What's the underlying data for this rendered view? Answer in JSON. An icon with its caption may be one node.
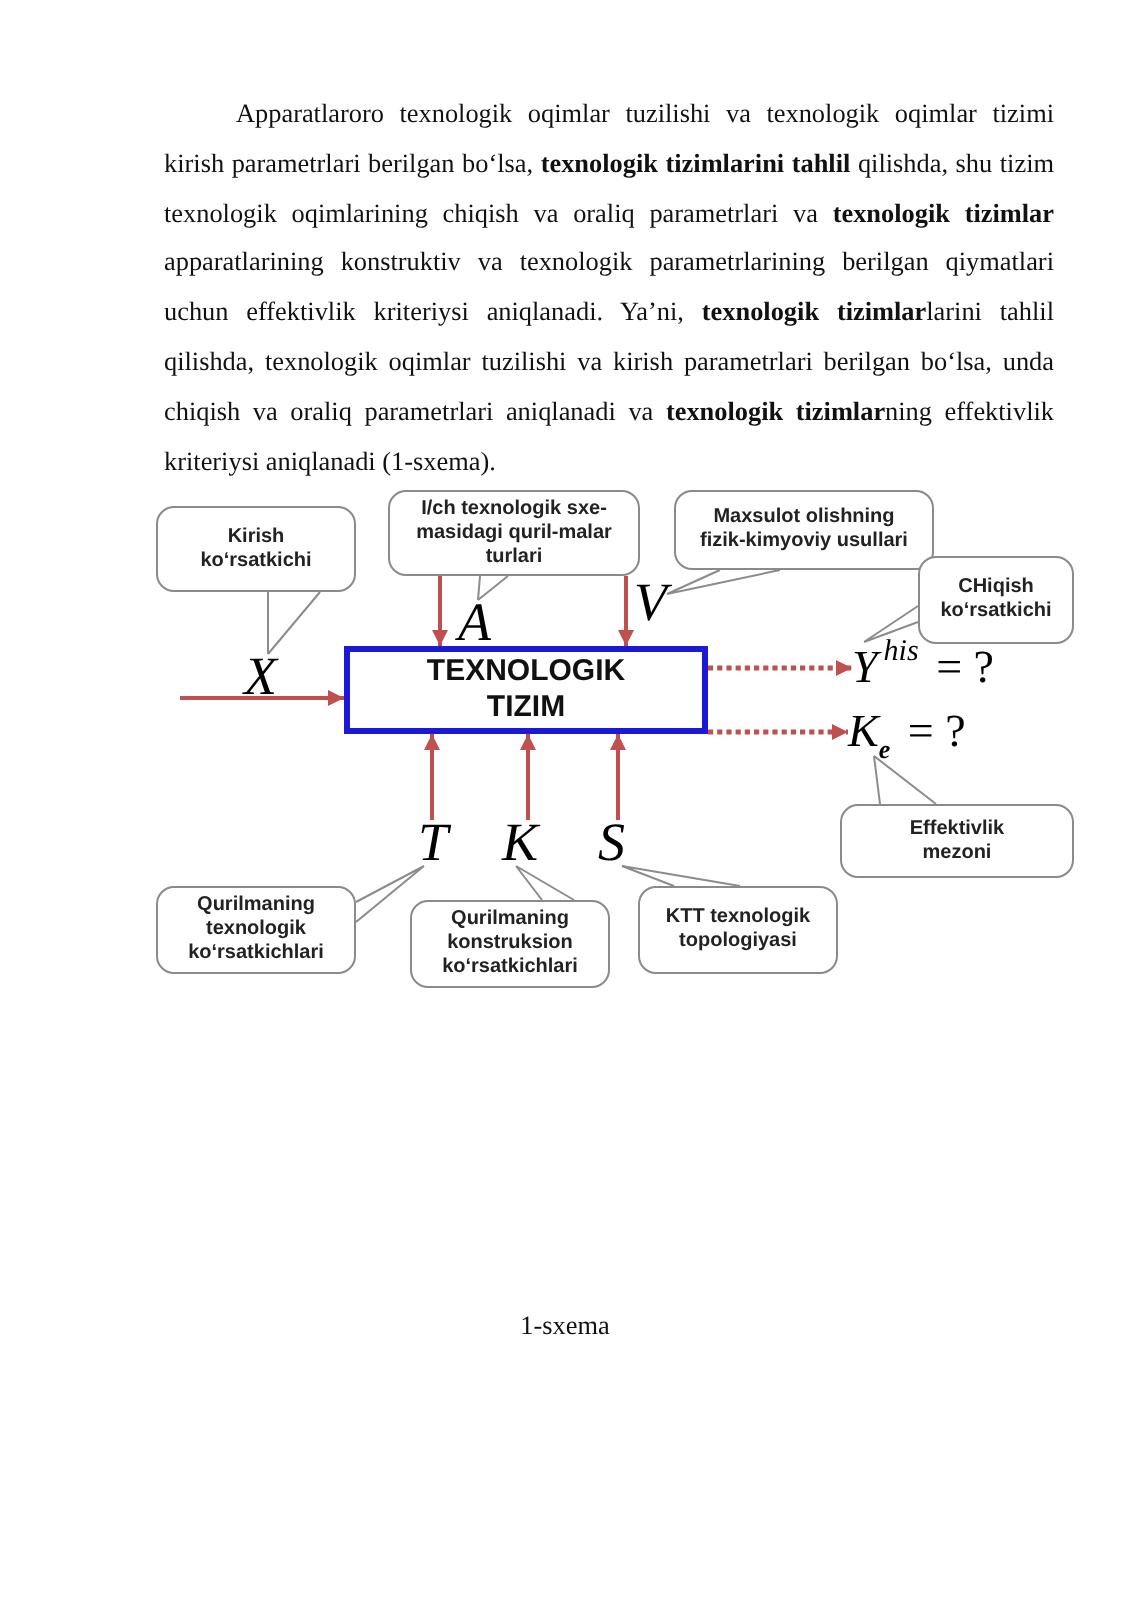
{
  "diagram": {
    "caption": "1-sxema",
    "nodes": [
      {
        "text": [
          "Kirish ko‘rsatkichi"
        ]
      },
      {
        "text": [
          "I/ch texnologik sxe-masidagi quril-malar turlari"
        ]
      },
      {
        "text": [
          "Maxsulot olishning fizik-kimyoviy usullari"
        ]
      },
      {
        "text": [
          "CHiqish ko‘rsatkichi"
        ]
      },
      {
        "text": [
          "X"
        ]
      },
      {
        "text": [
          "A"
        ]
      },
      {
        "text": [
          "V"
        ]
      },
      {
        "text": [
          "TEXNOLOGIK TIZIM"
        ]
      },
      {
        "text": [
          "*Y*$^{his}$ = ?"
        ]
      },
      {
        "text": [
          "*K*$_{e}$ = ?"
        ]
      },
      {
        "text": [
          "T"
        ]
      },
      {
        "text": [
          "K"
        ]
      },
      {
        "text": [
          "S"
        ]
      },
      {
        "text": [
          "Qurilmaning texnologik ko‘rsatkichlari"
        ]
      },
      {
        "text": [
          "Qurilmaning konstruksion ko‘rsatkichlari"
        ]
      },
      {
        "text": [
          "KTT texnologik topologiyasi"
        ]
      },
      {
        "text": [
          "Effektivlik mezoni"
        ]
      }
    ],
    "edges": [
      {
        "from": null,
        "to": 7,
        "arrow": "to",
        "color": "#c0504d"
      },
      {
        "from": 1,
        "to": 7,
        "arrow": "to",
        "color": "#c0504d"
      },
      {
        "from": 1,
        "to": 7,
        "arrow": "to",
        "color": "#c0504d"
      },
      {
        "from": 7,
        "to": 8,
        "arrow": "to",
        "style": "dashed",
        "color": "#c0504d"
      },
      {
        "from": 7,
        "to": 9,
        "arrow": "to",
        "style": "dashed",
        "color": "#c0504d"
      },
      {
        "from": 10,
        "to": 7,
        "arrow": "to",
        "color": "#c0504d"
      },
      {
        "from": 11,
        "to": 7,
        "arrow": "to",
        "color": "#c0504d"
      },
      {
        "from": 12,
        "to": 7,
        "arrow": "to",
        "color": "#c0504d"
      },
      {
        "from": 0,
        "to": 4,
        "arrow": "none",
        "color": "#8c8c8c"
      },
      {
        "from": 1,
        "to": 5,
        "arrow": "none",
        "color": "#8c8c8c"
      },
      {
        "from": 2,
        "to": 6,
        "arrow": "none",
        "color": "#8c8c8c"
      },
      {
        "from": 3,
        "to": 8,
        "arrow": "none",
        "color": "#8c8c8c"
      },
      {
        "from": 16,
        "to": 9,
        "arrow": "none",
        "color": "#8c8c8c"
      },
      {
        "from": 13,
        "to": 10,
        "arrow": "none",
        "color": "#8c8c8c"
      },
      {
        "from": 14,
        "to": 11,
        "arrow": "none",
        "color": "#8c8c8c"
      },
      {
        "from": 15,
        "to": 12,
        "arrow": "none",
        "color": "#8c8c8c"
      }
    ],
    "labels": [
      "Apparatlaroro texnologik oqimlar tuzilishi va texnologik oqimlar tizimi kirish parametrlari berilgan bo‘lsa, **texnologik tizimlarini tahlil** qilishda, shu tizim texnologik oqimlarining chiqish va oraliq parametrlari va **texnologik tizimlar** apparatlarining konstruktiv va texnologik parametrlarining berilgan qiymatlari uchun effektivlik kriteriysi aniqlanadi. Ya’ni, **texnologik tizimlar**larini tahlil qilishda, texnologik oqimlar tuzilishi va kirish parametrlari berilgan bo‘lsa, unda chiqish va oraliq parametrlari aniqlanadi va **texnologik tizimlar**ning effektivlik kriteriysi aniqlanadi (1-sxema)."
    ]
  }
}
